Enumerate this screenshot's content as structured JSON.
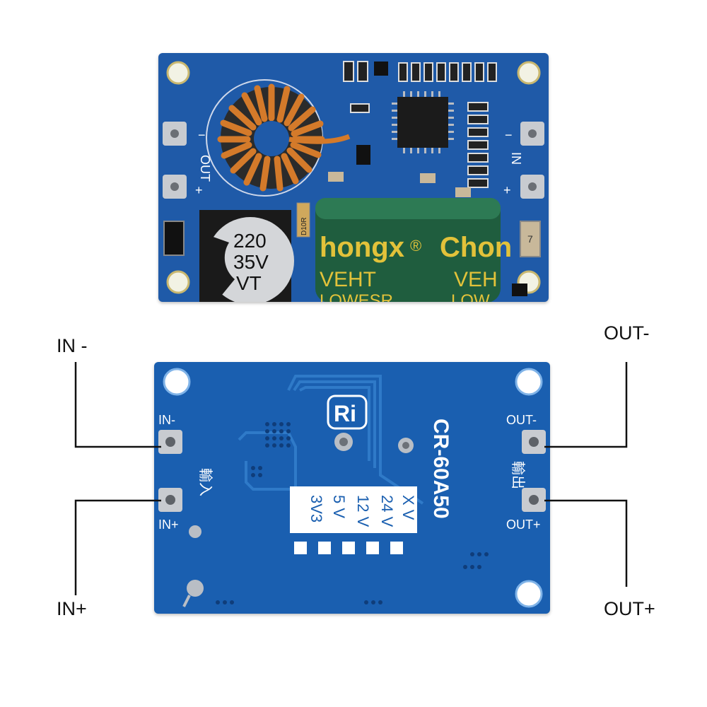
{
  "colors": {
    "pcb_top": "#1f5aa8",
    "pcb_bottom": "#1a5fb0",
    "copper_coil": "#d47a2a",
    "capacitor_green": "#1f5d3e",
    "capacitor_gold": "#e2c23a",
    "pad_silver": "#c8cbd0",
    "silkscreen": "#ffffff",
    "wire": "#111111"
  },
  "top_board": {
    "out_label": "OUT",
    "out_minus": "−",
    "out_plus": "+",
    "in_label": "IN",
    "in_minus": "−",
    "in_plus": "+",
    "cap_small": {
      "line1": "220",
      "line2": "35V",
      "line3": "VT"
    },
    "cap_large": {
      "brand_left": "hongx",
      "brand_right": "Chon",
      "reg": "®",
      "series_left": "VEHT",
      "series_right": "VEH",
      "lowesr_left": "LOWESR",
      "lowesr_right": "LOW"
    },
    "resistor_label": "D10R",
    "chip_label": "7"
  },
  "bottom_board": {
    "in_minus": "IN-",
    "in_plus": "IN+",
    "out_minus": "OUT-",
    "out_plus": "OUT+",
    "in_chinese": "輸入",
    "out_chinese": "輸出",
    "model": "CR-60A50",
    "logo": "Ri",
    "voltage_table": [
      [
        "X",
        "V"
      ],
      [
        "24",
        "V"
      ],
      [
        "12",
        "V"
      ],
      [
        "5",
        "V"
      ],
      [
        "3V3",
        ""
      ]
    ]
  },
  "labels": {
    "in_minus": "IN -",
    "in_plus": "IN+",
    "out_minus": "OUT-",
    "out_plus": "OUT+"
  }
}
